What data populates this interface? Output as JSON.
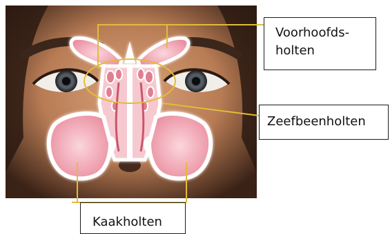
{
  "labels": {
    "frontal": "Voorhoofds-\nholten",
    "ethmoid": "Zeefbeenholten",
    "maxillary": "Kaakholten"
  },
  "colors": {
    "leader_line": "#e0bd38",
    "sinus_fill": "#f4b6c2",
    "sinus_outline": "#ffffff",
    "skin": "#b9825c"
  }
}
